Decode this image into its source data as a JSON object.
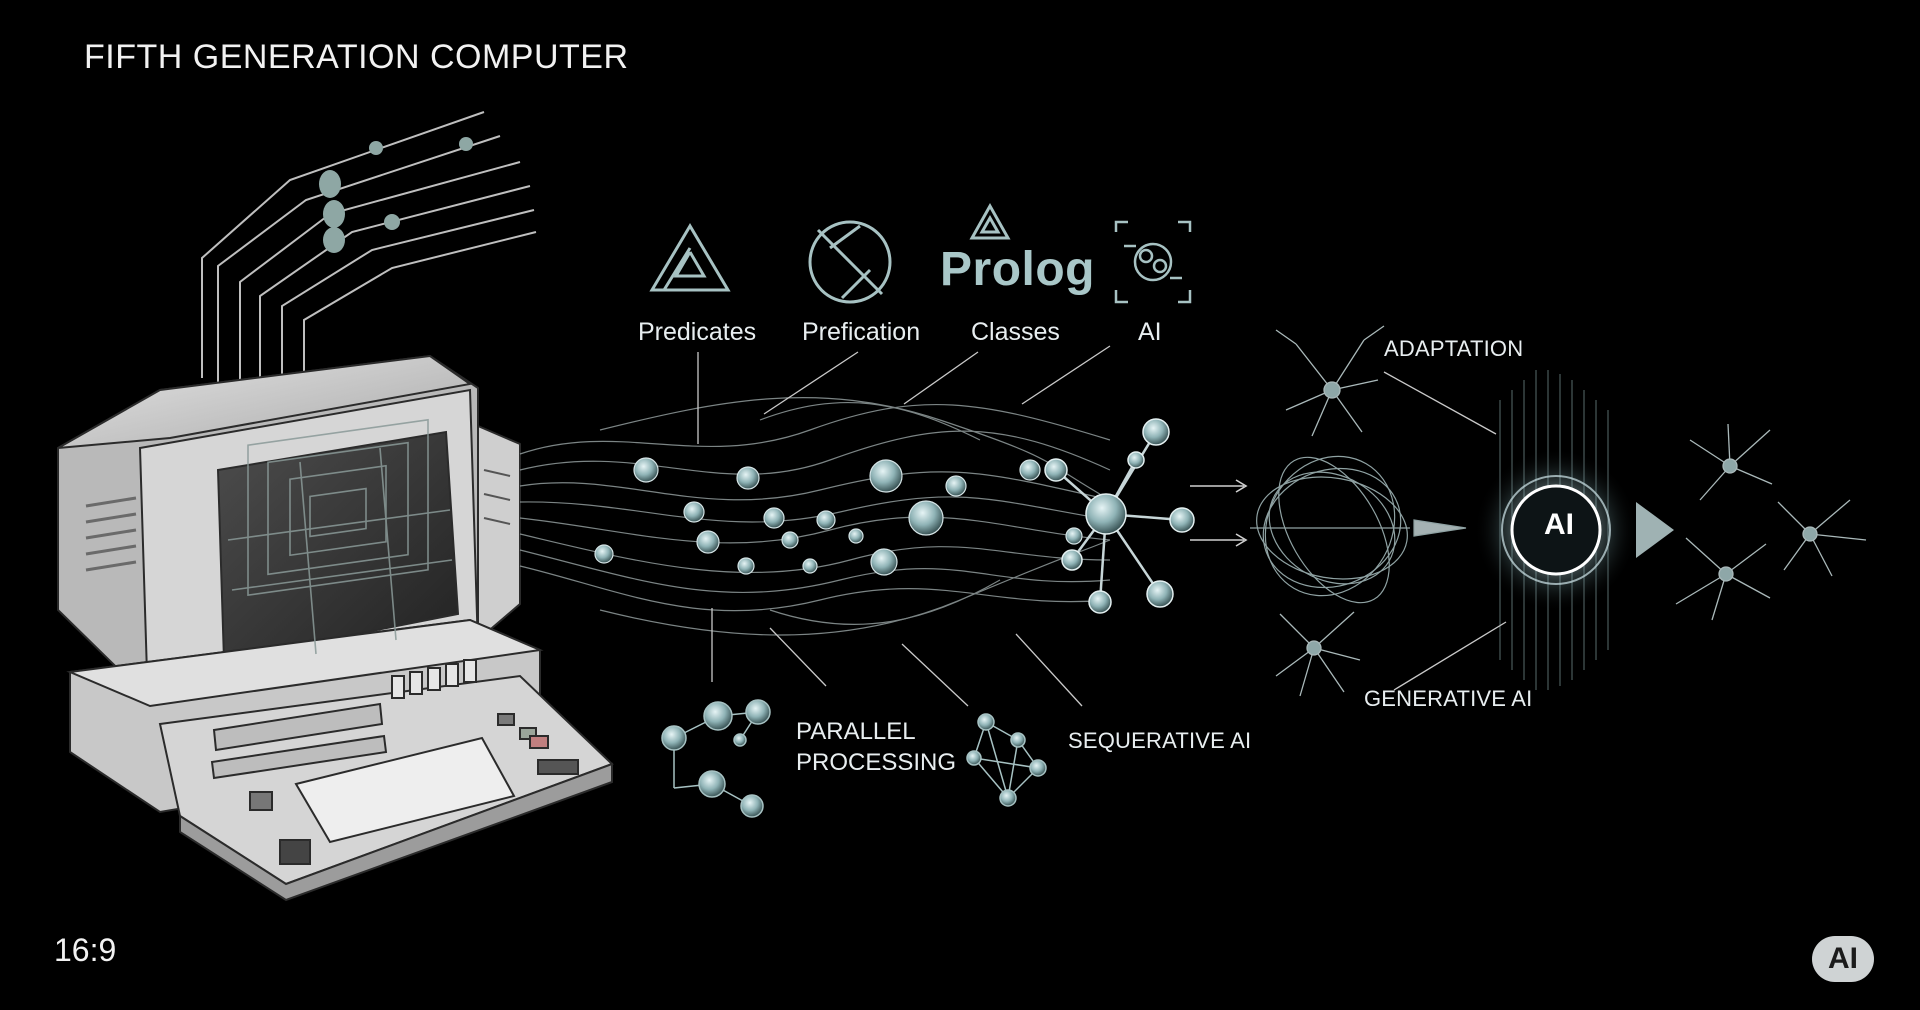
{
  "title": "FIFTH GENERATION COMPUTER",
  "aspect_ratio": "16:9",
  "badge": "AI",
  "top_concepts": [
    {
      "label": "Predicates",
      "icon": "triangle-logo-icon"
    },
    {
      "label": "Prefication",
      "icon": "crossed-circle-icon"
    },
    {
      "label": "Classes",
      "icon": "prolog-triangle-icon"
    },
    {
      "label": "AI",
      "icon": "brain-scan-icon"
    }
  ],
  "prolog_label": "Prolog",
  "bottom_concepts": {
    "parallel_line1": "PARALLEL",
    "parallel_line2": "PROCESSING",
    "sequerative": "SEQUERATIVE AI"
  },
  "right_concepts": {
    "adaptation": "ADAPTATION",
    "generative": "GENERATIVE AI",
    "core": "AI"
  },
  "colors": {
    "background": "#000000",
    "node": "#8fb3b6",
    "line": "#9aa5a6",
    "glow": "#cfe6ea",
    "computer": "#d8d8d8"
  }
}
